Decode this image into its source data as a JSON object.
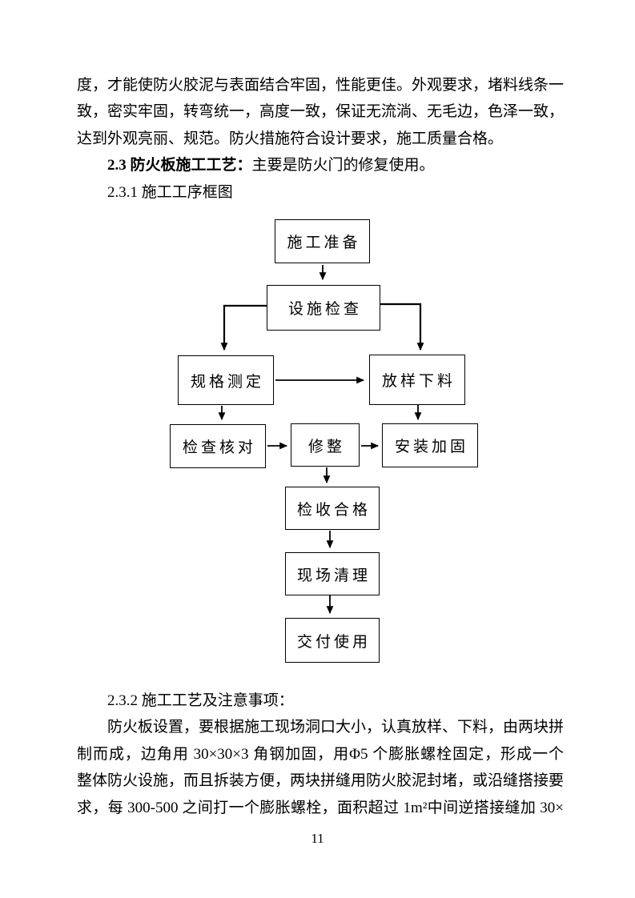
{
  "intro_paragraph": {
    "lines": [
      "度，才能使防火胶泥与表面结合牢固，性能更佳。外观要求，堵料线条一",
      "致，密实牢固，转弯统一，高度一致，保证无流淌、无毛边，色泽一致，",
      "达到外观亮丽、规范。防火措施符合设计要求，施工质量合格。"
    ]
  },
  "sections": {
    "s23": {
      "label_bold": "2.3 防火板施工工艺：",
      "label_rest": "主要是防火门的修复使用。"
    },
    "s231": {
      "label": "2.3.1 施工工序框图"
    },
    "s232": {
      "label": "2.3.2 施工工艺及注意事项："
    }
  },
  "flowchart": {
    "title": "施工工序框图",
    "nodes": [
      {
        "id": "prep",
        "label": "施工准备"
      },
      {
        "id": "inspect",
        "label": "设施检查"
      },
      {
        "id": "measure",
        "label": "规格测定"
      },
      {
        "id": "loft",
        "label": "放样下料"
      },
      {
        "id": "verify",
        "label": "检查核对"
      },
      {
        "id": "trim",
        "label": "修整"
      },
      {
        "id": "install",
        "label": "安装加固"
      },
      {
        "id": "accept",
        "label": "检收合格"
      },
      {
        "id": "cleanup",
        "label": "现场清理"
      },
      {
        "id": "deliver",
        "label": "交付使用"
      }
    ],
    "edges": [
      {
        "from": "施工准备",
        "to": "设施检查"
      },
      {
        "from": "设施检查",
        "to": "规格测定"
      },
      {
        "from": "设施检查",
        "to": "放样下料"
      },
      {
        "from": "规格测定",
        "to": "放样下料"
      },
      {
        "from": "规格测定",
        "to": "检查核对"
      },
      {
        "from": "放样下料",
        "to": "安装加固"
      },
      {
        "from": "检查核对",
        "to": "修整"
      },
      {
        "from": "修整",
        "to": "安装加固"
      },
      {
        "from": "修整",
        "to": "检收合格"
      },
      {
        "from": "检收合格",
        "to": "现场清理"
      },
      {
        "from": "现场清理",
        "to": "交付使用"
      }
    ]
  },
  "body_paragraph": {
    "lines": [
      "防火板设置，要根据施工现场洞口大小，认真放样、下料，由两块拼",
      "制而成，边角用 30×30×3 角钢加固，用Φ5 个膨胀螺栓固定，形成一个",
      "整体防火设施，而且拆装方便，两块拼缝用防火胶泥封堵，或沿缝搭接要",
      "求，每 300-500 之间打一个膨胀螺栓，面积超过 1m²中间逆搭接缝加 30×"
    ]
  },
  "page": {
    "number": "11"
  },
  "colors": {
    "text": "#000000",
    "background": "#ffffff",
    "line": "#000000"
  }
}
